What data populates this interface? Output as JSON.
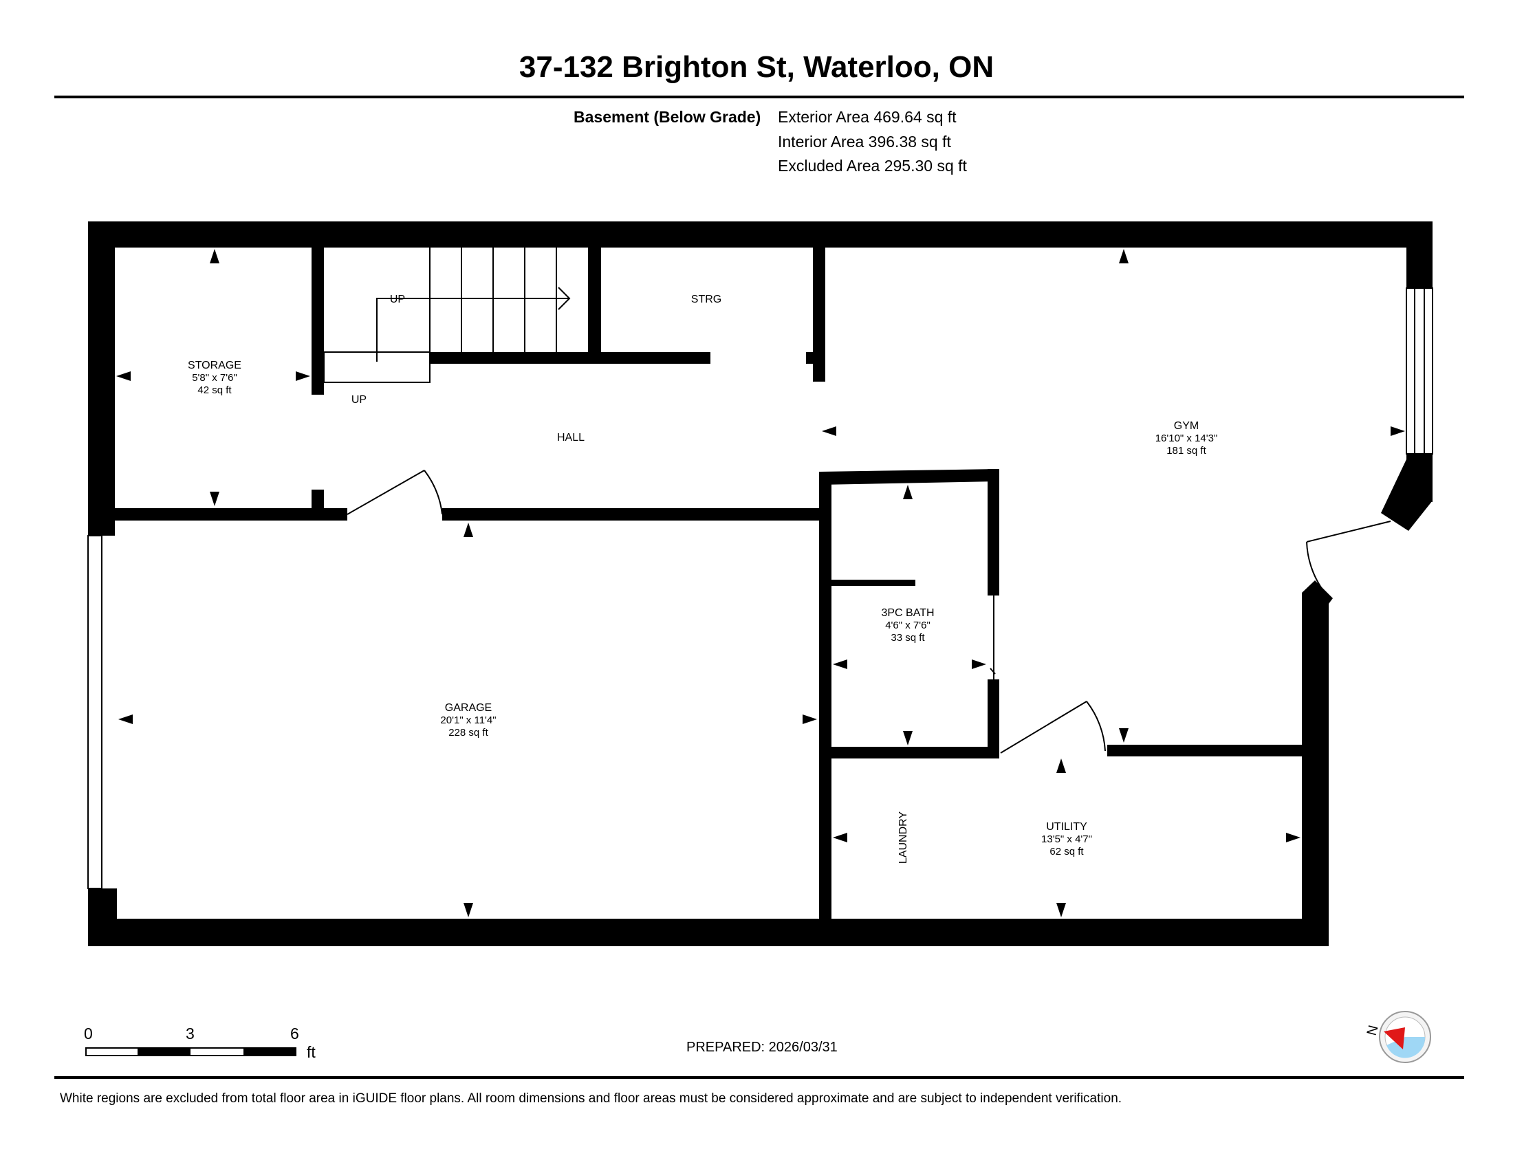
{
  "header": {
    "title": "37-132 Brighton St, Waterloo, ON"
  },
  "areas": {
    "label": "Basement (Below Grade)",
    "exterior": "Exterior Area 469.64 sq ft",
    "interior": "Interior Area 396.38 sq ft",
    "excluded": "Excluded Area 295.30 sq ft"
  },
  "rooms": {
    "storage": {
      "name": "STORAGE",
      "dims": "5'8\" x 7'6\"",
      "area": "42 sq ft"
    },
    "strg": {
      "name": "STRG"
    },
    "hall": {
      "name": "HALL"
    },
    "stairs_up_1": "UP",
    "stairs_up_2": "UP",
    "gym": {
      "name": "GYM",
      "dims": "16'10\" x 14'3\"",
      "area": "181 sq ft"
    },
    "bath": {
      "name": "3PC BATH",
      "dims": "4'6\" x 7'6\"",
      "area": "33 sq ft"
    },
    "garage": {
      "name": "GARAGE",
      "dims": "20'1\" x 11'4\"",
      "area": "228 sq ft"
    },
    "laundry": {
      "name": "LAUNDRY"
    },
    "utility": {
      "name": "UTILITY",
      "dims": "13'5\" x 4'7\"",
      "area": "62 sq ft"
    }
  },
  "scale_bar": {
    "ticks": [
      "0",
      "3",
      "6"
    ],
    "unit": "ft"
  },
  "compass": {
    "label": "N"
  },
  "footer": {
    "prepared": "PREPARED: 2026/03/31",
    "disclaimer": "White regions are excluded from total floor area in iGUIDE floor plans. All room dimensions and floor areas must be considered approximate and are subject to independent verification."
  }
}
